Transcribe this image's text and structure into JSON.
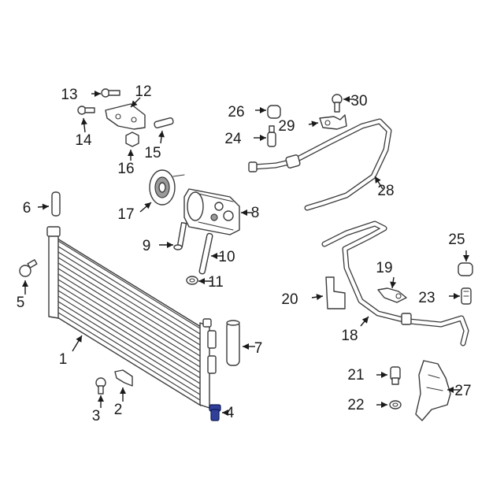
{
  "callouts": [
    {
      "num": "1",
      "name": "callout-1"
    },
    {
      "num": "2",
      "name": "callout-2"
    },
    {
      "num": "3",
      "name": "callout-3"
    },
    {
      "num": "4",
      "name": "callout-4"
    },
    {
      "num": "5",
      "name": "callout-5"
    },
    {
      "num": "6",
      "name": "callout-6"
    },
    {
      "num": "7",
      "name": "callout-7"
    },
    {
      "num": "8",
      "name": "callout-8"
    },
    {
      "num": "9",
      "name": "callout-9"
    },
    {
      "num": "10",
      "name": "callout-10"
    },
    {
      "num": "11",
      "name": "callout-11"
    },
    {
      "num": "12",
      "name": "callout-12"
    },
    {
      "num": "13",
      "name": "callout-13"
    },
    {
      "num": "14",
      "name": "callout-14"
    },
    {
      "num": "15",
      "name": "callout-15"
    },
    {
      "num": "16",
      "name": "callout-16"
    },
    {
      "num": "17",
      "name": "callout-17"
    },
    {
      "num": "18",
      "name": "callout-18"
    },
    {
      "num": "19",
      "name": "callout-19"
    },
    {
      "num": "20",
      "name": "callout-20"
    },
    {
      "num": "21",
      "name": "callout-21"
    },
    {
      "num": "22",
      "name": "callout-22"
    },
    {
      "num": "23",
      "name": "callout-23"
    },
    {
      "num": "24",
      "name": "callout-24"
    },
    {
      "num": "25",
      "name": "callout-25"
    },
    {
      "num": "26",
      "name": "callout-26"
    },
    {
      "num": "27",
      "name": "callout-27"
    },
    {
      "num": "28",
      "name": "callout-28"
    },
    {
      "num": "29",
      "name": "callout-29"
    },
    {
      "num": "30",
      "name": "callout-30"
    }
  ],
  "highlighted_part": "4",
  "colors": {
    "line": "#3a3a3a",
    "label": "#1a1a1a",
    "highlight": "#2f3f9a",
    "background": "#ffffff"
  }
}
